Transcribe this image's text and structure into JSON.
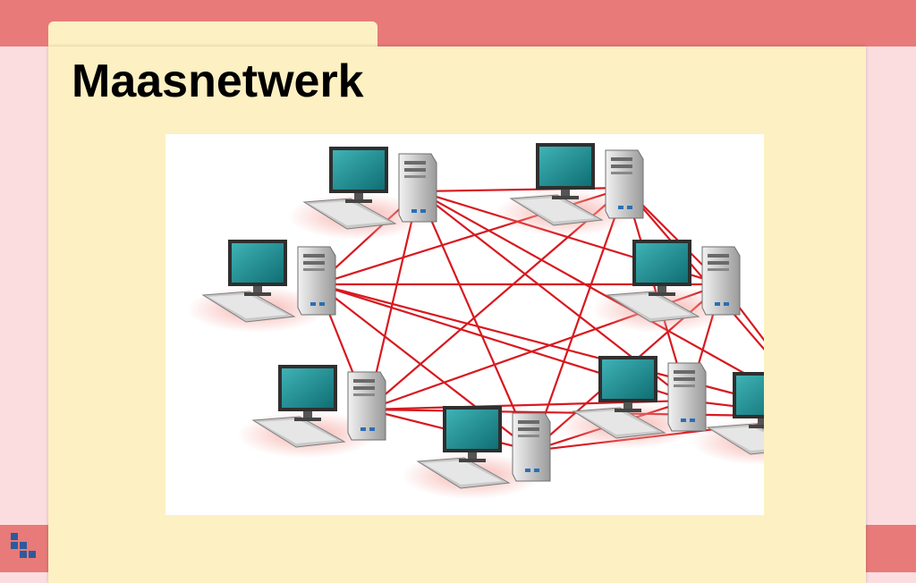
{
  "slide": {
    "title": "Maasnetwerk"
  },
  "diagram": {
    "node_count": 8,
    "link_color": "#d7191f",
    "topology": "full-mesh"
  },
  "colors": {
    "accent": "#e87a79",
    "background": "#fbdde0",
    "card": "#fdf0c3"
  },
  "icons": [
    "computer-icon",
    "logo-icon"
  ]
}
